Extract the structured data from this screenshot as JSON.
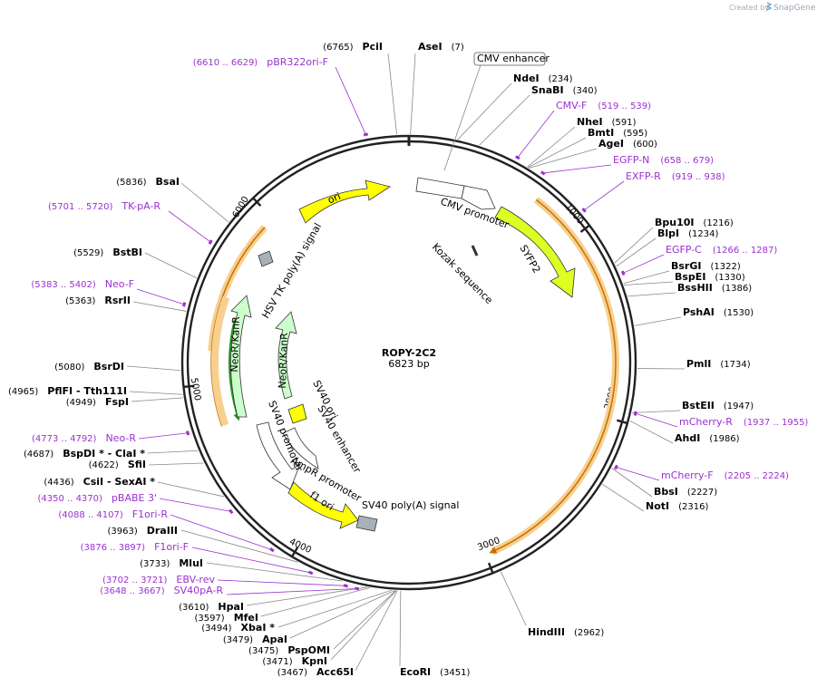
{
  "branding": {
    "created_by": "Created by",
    "app": "SnapGene"
  },
  "plasmid": {
    "name": "ROPY-2C2",
    "size_label": "6823 bp"
  },
  "ticks": [
    {
      "label": "1000"
    },
    {
      "label": "2000"
    },
    {
      "label": "3000"
    },
    {
      "label": "4000"
    },
    {
      "label": "5000"
    },
    {
      "label": "6000"
    }
  ],
  "features": [
    {
      "name": "CMV enhancer",
      "boxed": true
    },
    {
      "name": "CMV promoter"
    },
    {
      "name": "Kozak sequence"
    },
    {
      "name": "SYFP2"
    },
    {
      "name": "ori"
    },
    {
      "name": "HSV TK poly(A) signal"
    },
    {
      "name": "NeoR/KanR"
    },
    {
      "name": "NeoR/KanR"
    },
    {
      "name": "SV40 ori"
    },
    {
      "name": "SV40 enhancer"
    },
    {
      "name": "SV40 promoter"
    },
    {
      "name": "AmpR promoter"
    },
    {
      "name": "f1 ori"
    },
    {
      "name": "SV40 poly(A) signal"
    }
  ],
  "sites": [
    {
      "name": "PciI",
      "pos": "(6765)"
    },
    {
      "name": "AseI",
      "pos": "(7)"
    },
    {
      "name": "NdeI",
      "pos": "(234)"
    },
    {
      "name": "SnaBI",
      "pos": "(340)"
    },
    {
      "name": "NheI",
      "pos": "(591)"
    },
    {
      "name": "BmtI",
      "pos": "(595)"
    },
    {
      "name": "AgeI",
      "pos": "(600)"
    },
    {
      "name": "Bpu10I",
      "pos": "(1216)"
    },
    {
      "name": "BlpI",
      "pos": "(1234)"
    },
    {
      "name": "BsrGI",
      "pos": "(1322)"
    },
    {
      "name": "BspEI",
      "pos": "(1330)"
    },
    {
      "name": "BssHII",
      "pos": "(1386)"
    },
    {
      "name": "PshAI",
      "pos": "(1530)"
    },
    {
      "name": "PmlI",
      "pos": "(1734)"
    },
    {
      "name": "BstEII",
      "pos": "(1947)"
    },
    {
      "name": "AhdI",
      "pos": "(1986)"
    },
    {
      "name": "BbsI",
      "pos": "(2227)"
    },
    {
      "name": "NotI",
      "pos": "(2316)"
    },
    {
      "name": "HindIII",
      "pos": "(2962)"
    },
    {
      "name": "EcoRI",
      "pos": "(3451)"
    },
    {
      "name": "Acc65I",
      "pos": "(3467)"
    },
    {
      "name": "KpnI",
      "pos": "(3471)"
    },
    {
      "name": "PspOMI",
      "pos": "(3475)"
    },
    {
      "name": "ApaI",
      "pos": "(3479)"
    },
    {
      "name": "XbaI *",
      "pos": "(3494)"
    },
    {
      "name": "MfeI",
      "pos": "(3597)"
    },
    {
      "name": "HpaI",
      "pos": "(3610)"
    },
    {
      "name": "MluI",
      "pos": "(3733)"
    },
    {
      "name": "DraIII",
      "pos": "(3963)"
    },
    {
      "name": "CsiI  - SexAI *",
      "pos": "(4436)"
    },
    {
      "name": "SfiI",
      "pos": "(4622)"
    },
    {
      "name": "BspDI *  - ClaI *",
      "pos": "(4687)"
    },
    {
      "name": "FspI",
      "pos": "(4949)"
    },
    {
      "name": "PflFI  - Tth111I",
      "pos": "(4965)"
    },
    {
      "name": "BsrDI",
      "pos": "(5080)"
    },
    {
      "name": "RsrII",
      "pos": "(5363)"
    },
    {
      "name": "BstBI",
      "pos": "(5529)"
    },
    {
      "name": "BsaI",
      "pos": "(5836)"
    }
  ],
  "primers": [
    {
      "name": "pBR322ori-F",
      "range": "(6610 .. 6629)"
    },
    {
      "name": "CMV-F",
      "range": "(519 .. 539)"
    },
    {
      "name": "EGFP-N",
      "range": "(658 .. 679)"
    },
    {
      "name": "EXFP-R",
      "range": "(919 .. 938)"
    },
    {
      "name": "EGFP-C",
      "range": "(1266 .. 1287)"
    },
    {
      "name": "mCherry-R",
      "range": "(1937 .. 1955)"
    },
    {
      "name": "mCherry-F",
      "range": "(2205 .. 2224)"
    },
    {
      "name": "SV40pA-R",
      "range": "(3648 .. 3667)"
    },
    {
      "name": "EBV-rev",
      "range": "(3702 .. 3721)"
    },
    {
      "name": "F1ori-F",
      "range": "(3876 .. 3897)"
    },
    {
      "name": "F1ori-R",
      "range": "(4088 .. 4107)"
    },
    {
      "name": "pBABE 3'",
      "range": "(4350 .. 4370)"
    },
    {
      "name": "Neo-R",
      "range": "(4773 .. 4792)"
    },
    {
      "name": "Neo-F",
      "range": "(5383 .. 5402)"
    },
    {
      "name": "TK-pA-R",
      "range": "(5701 .. 5720)"
    }
  ],
  "colors": {
    "backbone": "#222222",
    "primer": "#9b30d0",
    "yellow_feature": "#ffff00",
    "yfp_feature": "#ddff22",
    "neo_feature": "#ccffcc",
    "orf_highlight": "#f5c77e",
    "orf_line": "#c86f00",
    "grey_box": "#a8b0b8",
    "leader": "#888888"
  }
}
